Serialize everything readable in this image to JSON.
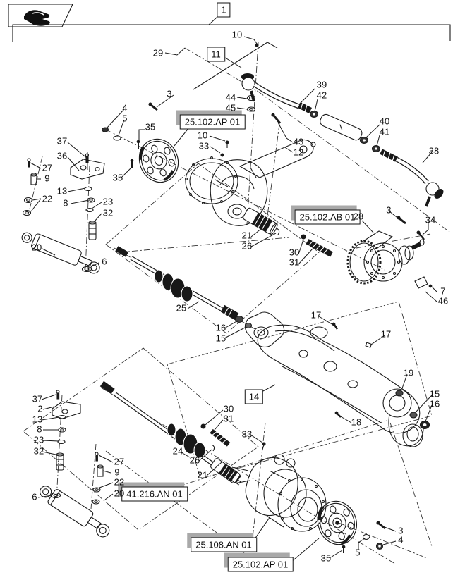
{
  "page": {
    "background": "#ffffff",
    "line_color": "#1a1a1a",
    "highlight_color": "#a9a9a9"
  },
  "icons": {
    "brand_mark": "brand-mark"
  },
  "group_boxes": {
    "g1": "1",
    "g11": "11",
    "g14": "14"
  },
  "ref_boxes": {
    "ap01_top": "25.102.AP 01",
    "ab01": "25.102.AB 01",
    "an41": "41.216.AN 01",
    "an25108": "25.108.AN 01",
    "ap01_bottom": "25.102.AP 01"
  },
  "callouts": {
    "n10a": "10",
    "n29": "29",
    "n3a": "3",
    "n4a": "4",
    "n5a": "5",
    "n39": "39",
    "n42": "42",
    "n44": "44",
    "n45": "45",
    "n40": "40",
    "n41": "41",
    "n38": "38",
    "n43": "43",
    "n12": "12",
    "n35a": "35",
    "n10b": "10",
    "n33a": "33",
    "n37a": "37",
    "n36": "36",
    "n27a": "27",
    "n9a": "9",
    "n13a": "13",
    "n22a": "22",
    "n8a": "8",
    "n23a": "23",
    "n32a": "32",
    "n35b": "35",
    "n20a": "20",
    "n6a": "6",
    "n25": "25",
    "n16a": "16",
    "n15a": "15",
    "n28": "28",
    "n3b": "3",
    "n34": "34",
    "n7": "7",
    "n46": "46",
    "n17a": "17",
    "n17b": "17",
    "n19": "19",
    "n15b": "15",
    "n16b": "16",
    "n18": "18",
    "n33b": "33",
    "n30a": "30",
    "n31a": "31",
    "n21a": "21",
    "n26a": "26",
    "n30b": "30",
    "n31b": "31",
    "n24": "24",
    "n26b": "26",
    "n21b": "21",
    "n37b": "37",
    "n2": "2",
    "n13b": "13",
    "n8b": "8",
    "n23b": "23",
    "n32b": "32",
    "n27b": "27",
    "n9b": "9",
    "n22b": "22",
    "n20b": "20",
    "n6b": "6",
    "n3c": "3",
    "n4b": "4",
    "n5b": "5",
    "n35c": "35"
  }
}
